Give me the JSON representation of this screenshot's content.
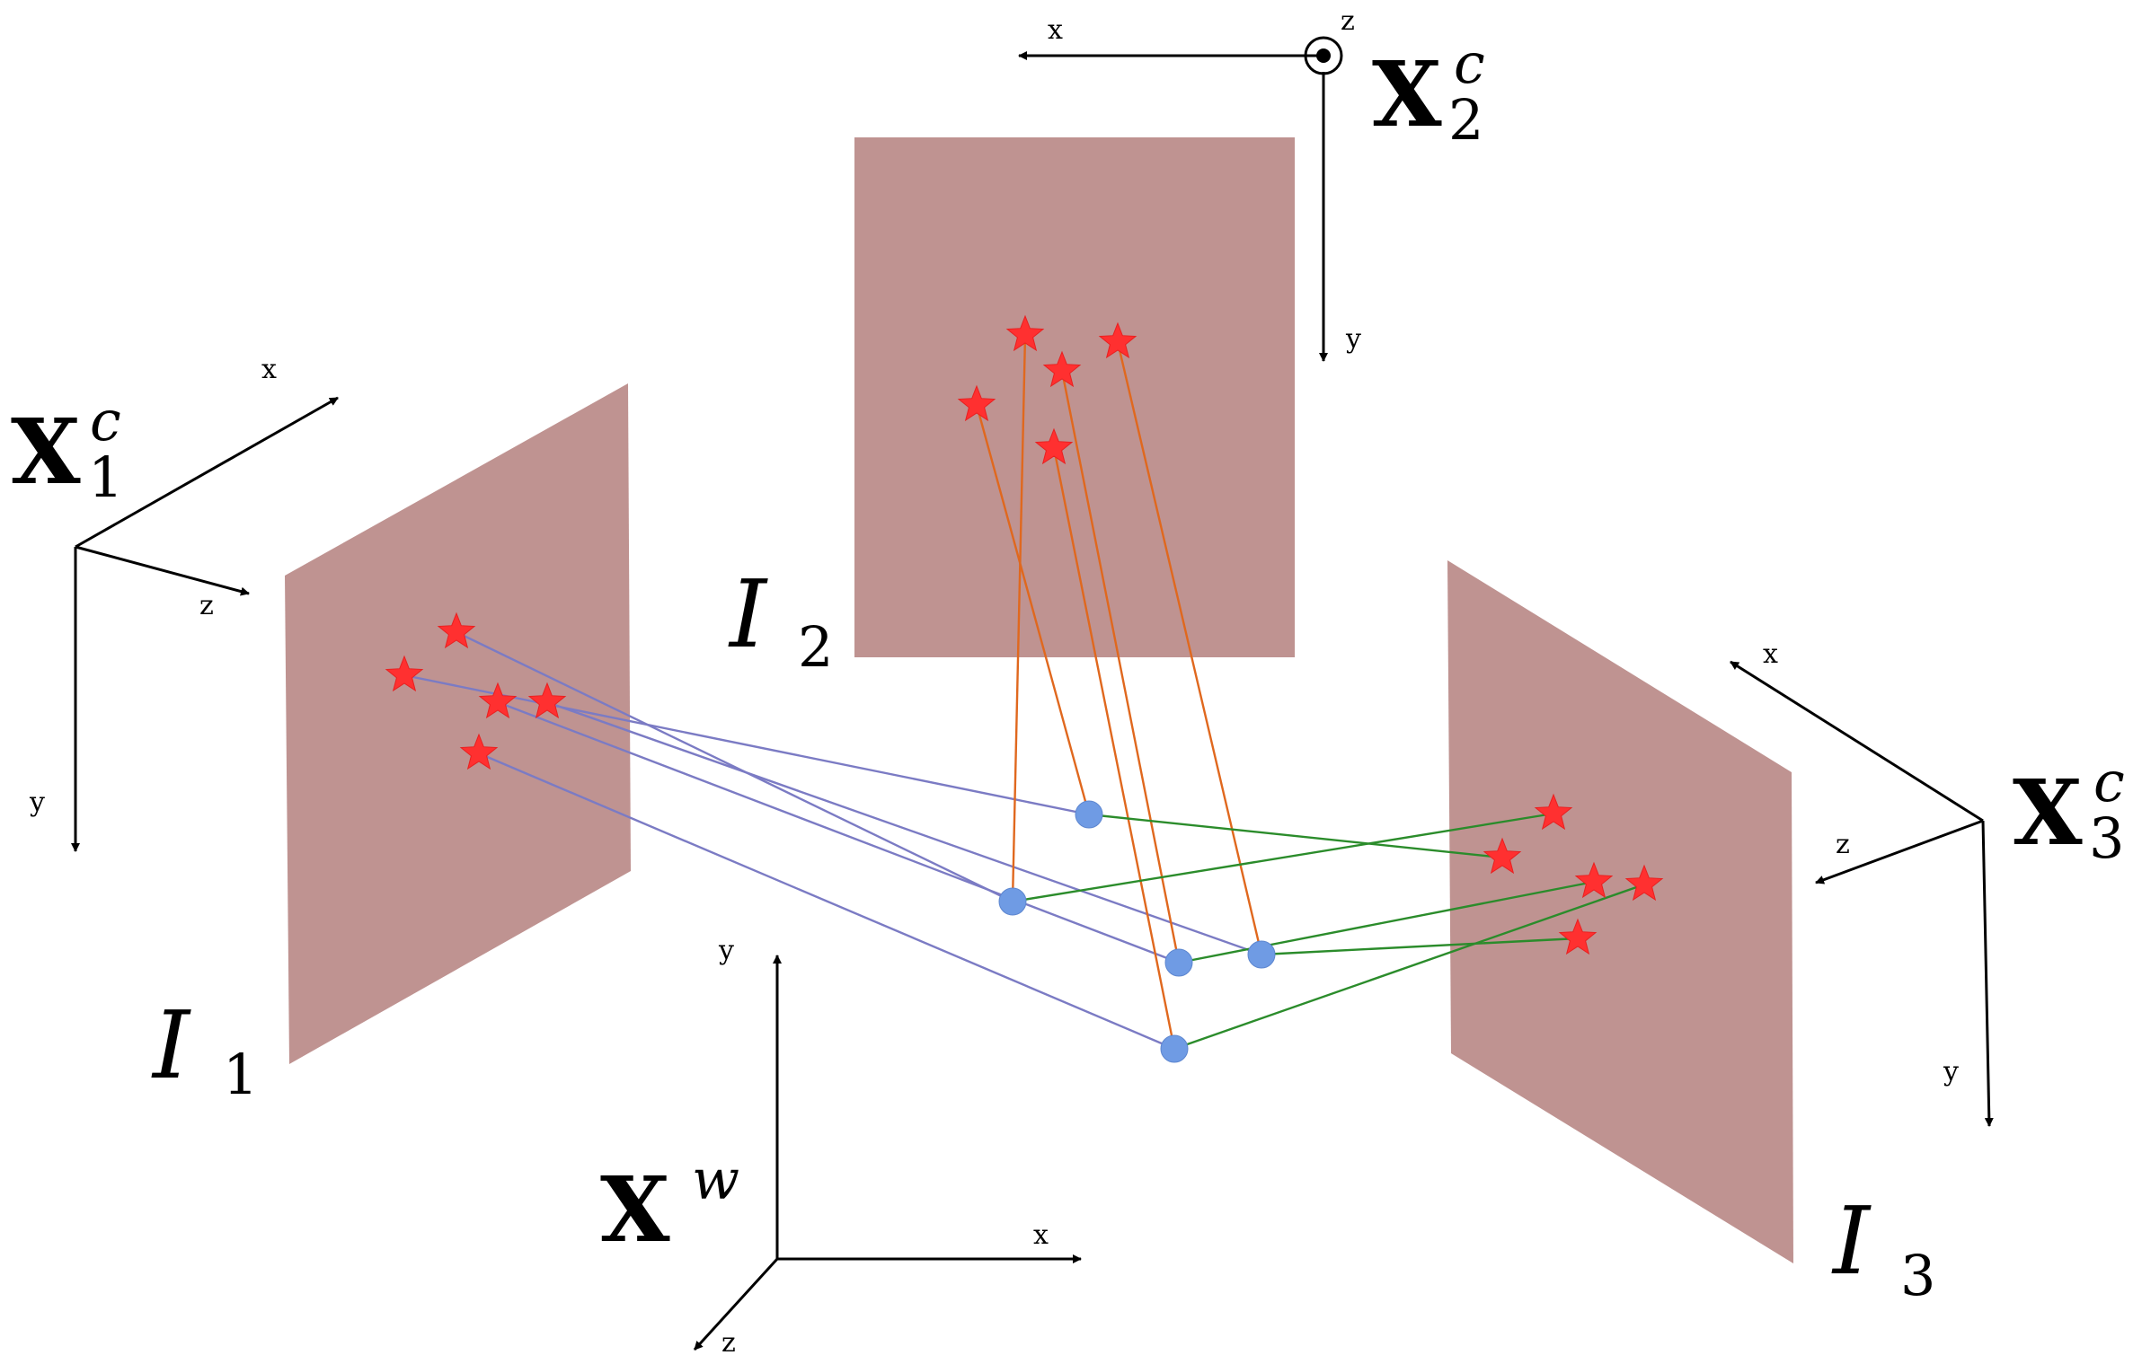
{
  "axis_letters": {
    "x": "x",
    "y": "y",
    "z": "z"
  },
  "frames": {
    "cam1": {
      "symbol": "X",
      "superscript": "c",
      "subscript": "1"
    },
    "cam2": {
      "symbol": "X",
      "superscript": "c",
      "subscript": "2"
    },
    "cam3": {
      "symbol": "X",
      "superscript": "c",
      "subscript": "3"
    },
    "world": {
      "symbol": "X",
      "superscript": "w"
    }
  },
  "image_planes": [
    {
      "symbol": "I",
      "subscript": "1"
    },
    {
      "symbol": "I",
      "subscript": "2"
    },
    {
      "symbol": "I",
      "subscript": "3"
    }
  ],
  "colors": {
    "plane_fill": "#bf9391",
    "projection_star": "#ff3030",
    "world_point": "#6f9be4",
    "ray_camera1": "#7b7bc4",
    "ray_camera2": "#e0681e",
    "ray_camera3": "#2b8c2b"
  },
  "world_point_count": 5
}
